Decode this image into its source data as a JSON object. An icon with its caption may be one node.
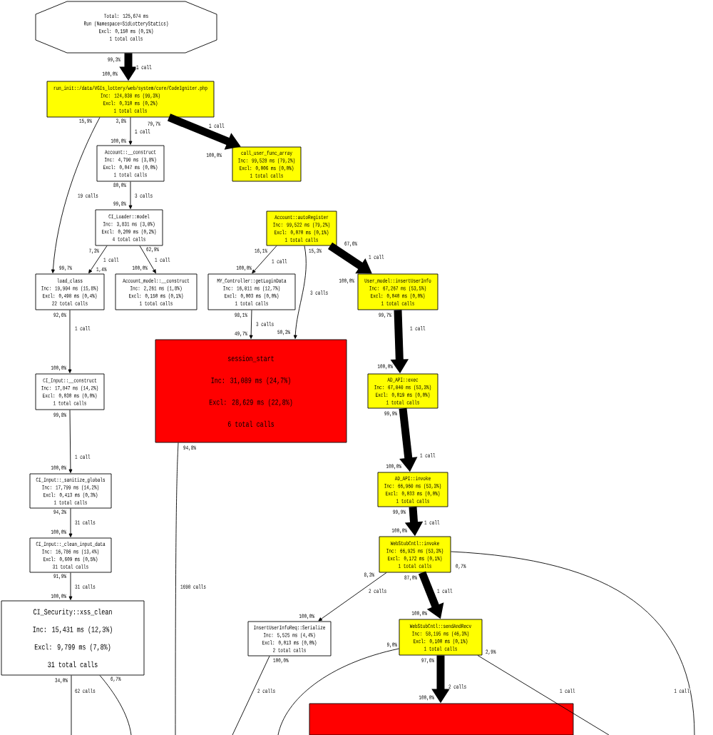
{
  "diagram": {
    "nodes": [
      {
        "text": [
          "Total: 125,674 ms",
          "Run (Namespace=SidLotteryStatics)",
          "Excl: 0,150 ms (0,1%)",
          "1 total calls"
        ]
      },
      {
        "text": [
          "run_init::/data/VGIs_lottery/web/system/core/CodeIgniter.php",
          "Inc: 124,830 ms (99,3%)",
          "Excl: 0,310 ms (0,2%)",
          "1 total calls"
        ]
      },
      {
        "text": [
          "Account::__construct",
          "Inc: 4,790 ms (3,8%)",
          "Excl: 0,047 ms (0,0%)",
          "1 total calls"
        ]
      },
      {
        "text": [
          "call_user_func_array",
          "Inc: 99,528 ms (79,2%)",
          "Excl: 0,006 ms (0,0%)",
          "1 total calls"
        ]
      },
      {
        "text": [
          "Account::autoRegister",
          "Inc: 99,522 ms (79,2%)",
          "Excl: 0,070 ms (0,1%)",
          "1 total calls"
        ]
      },
      {
        "text": [
          "CI_Loader::model",
          "Inc: 3,831 ms (3,0%)",
          "Excl: 0,209 ms (0,2%)",
          "4 total calls"
        ]
      },
      {
        "text": [
          "load_class",
          "Inc: 19,904 ms (15,8%)",
          "Excl: 0,498 ms (0,4%)",
          "22 total calls"
        ]
      },
      {
        "text": [
          "Account_model::__construct",
          "Inc: 2,261 ms (1,8%)",
          "Excl: 0,150 ms (0,1%)",
          "1 total calls"
        ]
      },
      {
        "text": [
          "MY_Controller::getLoginData",
          "Inc: 16,011 ms (12,7%)",
          "Excl: 0,003 ms (0,0%)",
          "1 total calls"
        ]
      },
      {
        "text": [
          "User_model::insertUserInfo",
          "Inc: 67,267 ms (53,5%)",
          "Excl: 0,040 ms (0,0%)",
          "1 total calls"
        ]
      },
      {
        "text": [
          "session_start",
          "Inc: 31,089 ms (24,7%)",
          "Excl: 28,629 ms (22,8%)",
          "6 total calls"
        ]
      },
      {
        "text": [
          "CI_Input::__construct",
          "Inc: 17,847 ms (14,2%)",
          "Excl: 0,030 ms (0,0%)",
          "1 total calls"
        ]
      },
      {
        "text": [
          "AD_API::exec",
          "Inc: 67,040 ms (53,3%)",
          "Excl: 0,019 ms (0,0%)",
          "1 total calls"
        ]
      },
      {
        "text": [
          "CI_Input::_sanitize_globals",
          "Inc: 17,799 ms (14,2%)",
          "Excl: 0,413 ms (0,3%)",
          "1 total calls"
        ]
      },
      {
        "text": [
          "AD_API::invoke",
          "Inc: 66,960 ms (53,3%)",
          "Excl: 0,033 ms (0,0%)",
          "1 total calls"
        ]
      },
      {
        "text": [
          "CI_Input::_clean_input_data",
          "Inc: 16,786 ms (13,4%)",
          "Excl: 0,609 ms (0,5%)",
          "31 total calls"
        ]
      },
      {
        "text": [
          "WebStubCntl::invoke",
          "Inc: 66,925 ms (53,3%)",
          "Excl: 0,172 ms (0,1%)",
          "1 total calls"
        ]
      },
      {
        "text": [
          "CI_Security::xss_clean",
          "Inc: 15,431 ms (12,3%)",
          "Excl: 9,799 ms (7,8%)",
          "31 total calls"
        ]
      },
      {
        "text": [
          "InsertUserInfoReq::Serialize",
          "Inc: 5,525 ms (4,4%)",
          "Excl: 0,013 ms (0,0%)",
          "2 total calls"
        ]
      },
      {
        "text": [
          "WebStubCntl::sendAndRecv",
          "Inc: 58,195 ms (46,3%)",
          "Excl: 0,100 ms (0,1%)",
          "1 total calls"
        ]
      },
      {
        "text": [],
        "shape": "box"
      }
    ],
    "edges": [
      {
        "from": 0,
        "to": 1,
        "arrow": "to",
        "label": "1 call",
        "style": "thick"
      },
      {
        "from": 1,
        "to": 2,
        "arrow": "to",
        "label": "1 call"
      },
      {
        "from": 1,
        "to": 3,
        "arrow": "to",
        "label": "1 call",
        "style": "thick"
      },
      {
        "from": 1,
        "to": 6,
        "arrow": "to",
        "label": "19 calls"
      },
      {
        "from": 2,
        "to": 5,
        "arrow": "to",
        "label": "3 calls"
      },
      {
        "from": 5,
        "to": 6,
        "arrow": "to",
        "label": "1 call"
      },
      {
        "from": 5,
        "to": 7,
        "arrow": "to",
        "label": "1 call"
      },
      {
        "from": 4,
        "to": 8,
        "arrow": "to",
        "label": "1 call"
      },
      {
        "from": 4,
        "to": 10,
        "arrow": "to",
        "label": "3 calls"
      },
      {
        "from": 4,
        "to": 9,
        "arrow": "to",
        "label": "1 call",
        "style": "thick"
      },
      {
        "from": 8,
        "to": 10,
        "arrow": "to",
        "label": "3 calls"
      },
      {
        "from": 6,
        "to": 11,
        "arrow": "to",
        "label": "1 call"
      },
      {
        "from": 9,
        "to": 12,
        "arrow": "to",
        "label": "1 call",
        "style": "thick"
      },
      {
        "from": 11,
        "to": 13,
        "arrow": "to",
        "label": "1 call"
      },
      {
        "from": 12,
        "to": 14,
        "arrow": "to",
        "label": "1 call",
        "style": "thick"
      },
      {
        "from": 13,
        "to": 15,
        "arrow": "to",
        "label": "31 calls"
      },
      {
        "from": 14,
        "to": 16,
        "arrow": "to",
        "label": "1 call",
        "style": "thick"
      },
      {
        "from": 15,
        "to": 17,
        "arrow": "to",
        "label": "31 calls"
      },
      {
        "from": 16,
        "to": 18,
        "arrow": "to",
        "label": "2 calls"
      },
      {
        "from": 16,
        "to": 19,
        "arrow": "to",
        "label": "1 call",
        "style": "thick"
      },
      {
        "from": 19,
        "to": 20,
        "arrow": "to",
        "label": "2 calls",
        "style": "thick"
      },
      {
        "from": 10,
        "to": null,
        "arrow": "none",
        "label": "1698 calls"
      },
      {
        "from": 17,
        "to": null,
        "arrow": "none",
        "label": "62 calls"
      },
      {
        "from": 17,
        "to": null,
        "arrow": "none"
      },
      {
        "from": 18,
        "to": null,
        "arrow": "none",
        "label": "2 calls"
      },
      {
        "from": 19,
        "to": null,
        "arrow": "none"
      },
      {
        "from": 19,
        "to": null,
        "arrow": "none",
        "label": "1 call"
      },
      {
        "from": 16,
        "to": null,
        "arrow": "none",
        "label": "1 call"
      }
    ],
    "labels": [
      "99,3%",
      "100,0%",
      "15,9%",
      "3,8%",
      "79,7%",
      "100,0%",
      "100,0%",
      "80,0%",
      "99,8%",
      "7,3%",
      "62,9%",
      "16,1%",
      "15,3%",
      "67,6%",
      "99,7%",
      "1,4%",
      "100,0%",
      "100,0%",
      "100,0%",
      "92,6%",
      "98,1%",
      "99,7%",
      "49,7%",
      "50,3%",
      "100,0%",
      "100,0%",
      "99,8%",
      "99,9%",
      "94,8%",
      "100,0%",
      "100,0%",
      "94,3%",
      "99,9%",
      "100,0%",
      "100,0%",
      "0,7%",
      "91,9%",
      "8,3%",
      "87,0%",
      "100,0%",
      "100,0%",
      "100,0%",
      "9,0%",
      "2,9%",
      "100,0%",
      "97,6%",
      "34,0%",
      "6,7%",
      "100,0%"
    ]
  }
}
